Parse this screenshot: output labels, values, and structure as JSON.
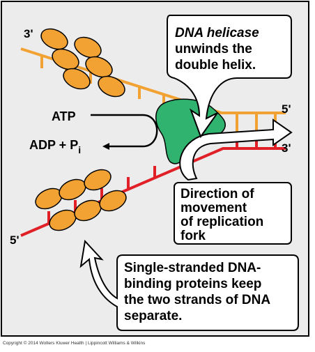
{
  "colors": {
    "background": "#ececec",
    "panel_border": "#000000",
    "top_strand": "#f2a233",
    "bottom_strand": "#e01f26",
    "ssb_protein": "#f2a233",
    "helicase": "#2fb36e"
  },
  "strand_labels": {
    "top_left": "3'",
    "top_right": "5'",
    "bottom_right": "3'",
    "bottom_left": "5'"
  },
  "energy": {
    "atp": "ATP",
    "adp": "ADP + P",
    "adp_subscript": "i"
  },
  "callouts": {
    "helicase": {
      "name": "DNA helicase",
      "line1": "unwinds the",
      "line2": "double helix."
    },
    "direction": {
      "line1": "Direction of",
      "line2": "movement",
      "line3": "of replication",
      "line4": "fork"
    },
    "ssb": {
      "line1": "Single-stranded DNA-",
      "line2": "binding proteins keep",
      "line3": "the two strands of DNA",
      "line4": "separate."
    }
  },
  "copyright": "Copyright © 2014 Wolters Kluwer Health | Lippincott Williams & Wilkins",
  "icons": [
    "helicase-shape",
    "ssb-protein-ovals",
    "arrow-icon"
  ]
}
